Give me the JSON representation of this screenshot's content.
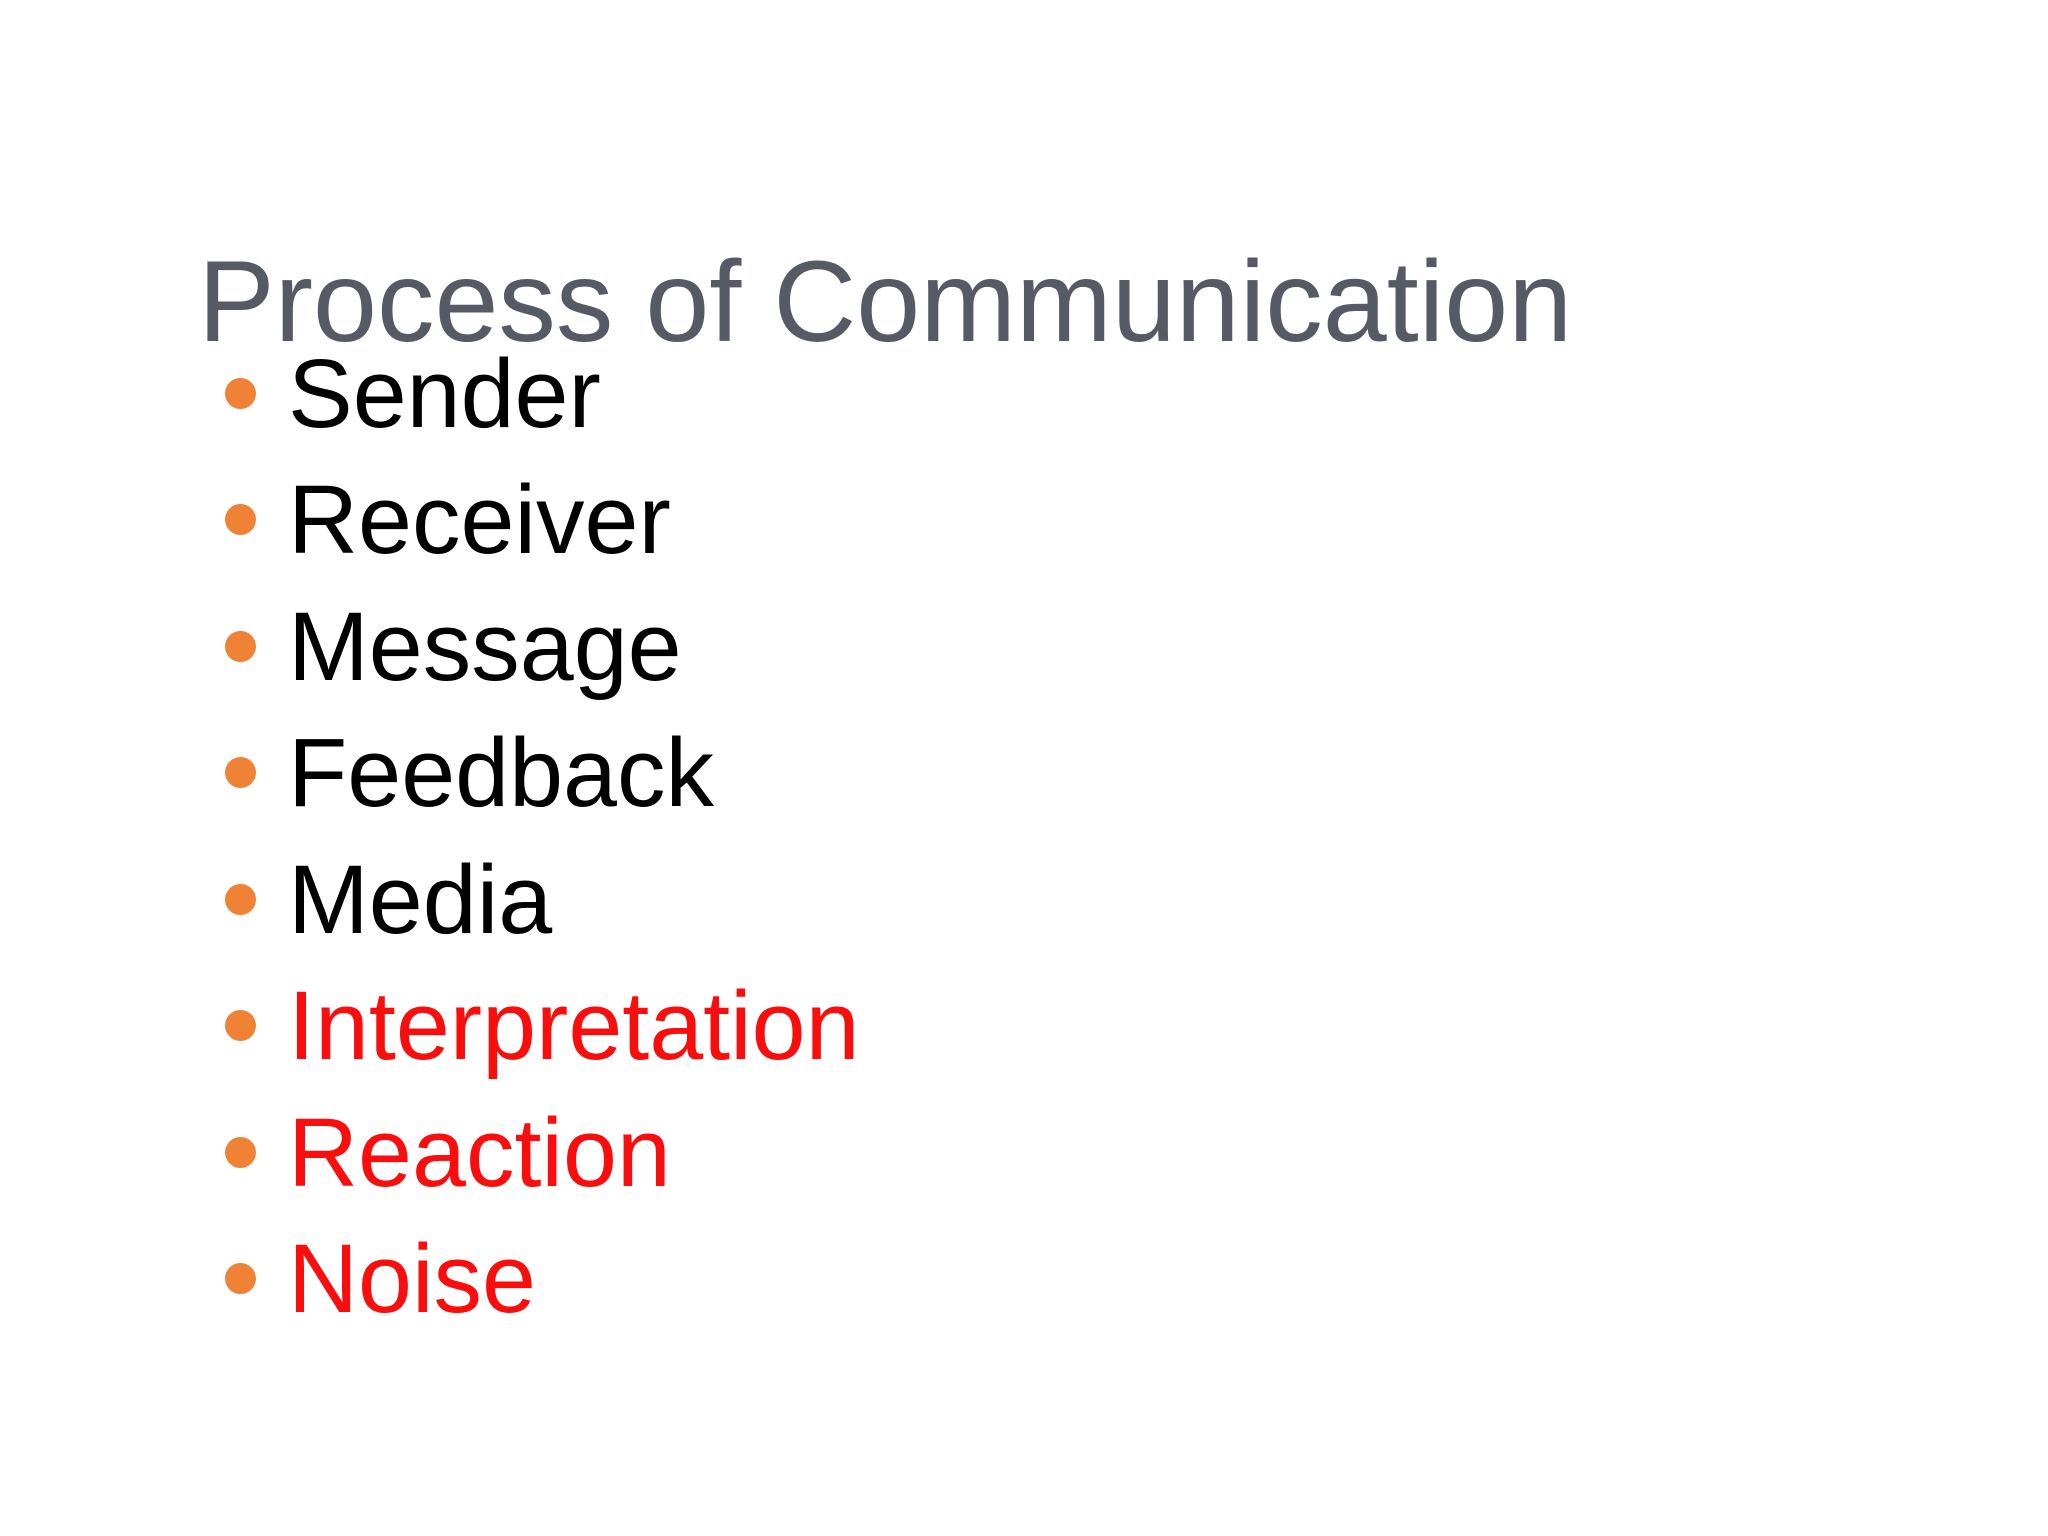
{
  "slide": {
    "title": "Process of Communication",
    "title_color": "#555A64",
    "background_color": "#FFFFFF",
    "bullet_color": "#F08236",
    "text_color_default": "#000000",
    "text_color_highlight": "#FA0D0D",
    "items": [
      {
        "label": "Sender",
        "color": "#000000"
      },
      {
        "label": "Receiver",
        "color": "#000000"
      },
      {
        "label": "Message",
        "color": "#000000"
      },
      {
        "label": "Feedback",
        "color": "#000000"
      },
      {
        "label": "Media",
        "color": "#000000"
      },
      {
        "label": "Interpretation",
        "color": "#FA0D0D"
      },
      {
        "label": "Reaction",
        "color": "#FA0D0D"
      },
      {
        "label": "Noise",
        "color": "#FA0D0D"
      }
    ]
  }
}
